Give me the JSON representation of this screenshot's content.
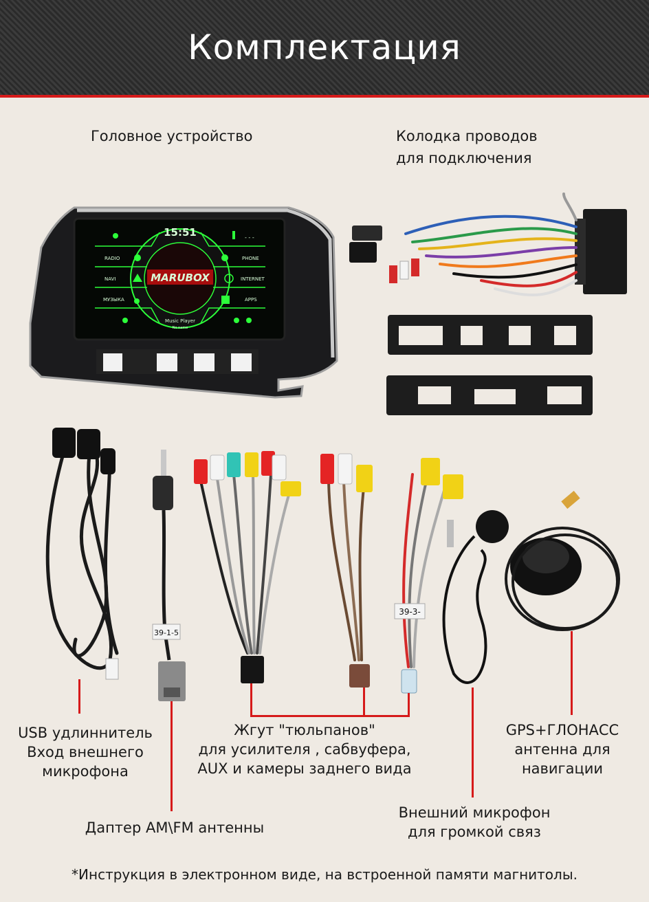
{
  "header": {
    "title": "Комплектация"
  },
  "labels": {
    "head_unit": "Головное устройство",
    "harness_line1": "Колодка проводов",
    "harness_line2": "для подключения",
    "usb_line1": "USB удлиннитель",
    "usb_line2": "Вход внешнего",
    "usb_line3": "микрофона",
    "rca_line1": "Жгут \"тюльпанов\"",
    "rca_line2": "для усилителя , сабвуфера,",
    "rca_line3": "AUX и камеры заднего вида",
    "gps_line1": "GPS+ГЛОНАСС",
    "gps_line2": "антенна для",
    "gps_line3": "навигации",
    "mic_line1": "Внешний микрофон",
    "mic_line2": "для громкой связ",
    "antenna_adapter": "Даптер AM\\FM антенны",
    "footnote": "*Инструкция в электронном виде, на встроенной памяти магнитолы."
  },
  "screen": {
    "time": "15:51",
    "brand": "MARUBOX",
    "player_title": "Music Player",
    "player_sub": "No name",
    "left_items": [
      "RADIO",
      "NAVI",
      "МУЗЫКА"
    ],
    "right_items": [
      "PHONE",
      "INTERNET",
      "APPS"
    ],
    "temp": "- - -"
  },
  "cable_tags": {
    "rca_left": "39-1-5",
    "rca_right": "39-3-"
  },
  "colors": {
    "accent": "#d61a1a",
    "screen_glow": "#2cff3a",
    "rca_red": "#e42424",
    "rca_yellow": "#f1d216",
    "rca_white": "#f4f4f4",
    "rca_teal": "#31c3b5"
  }
}
